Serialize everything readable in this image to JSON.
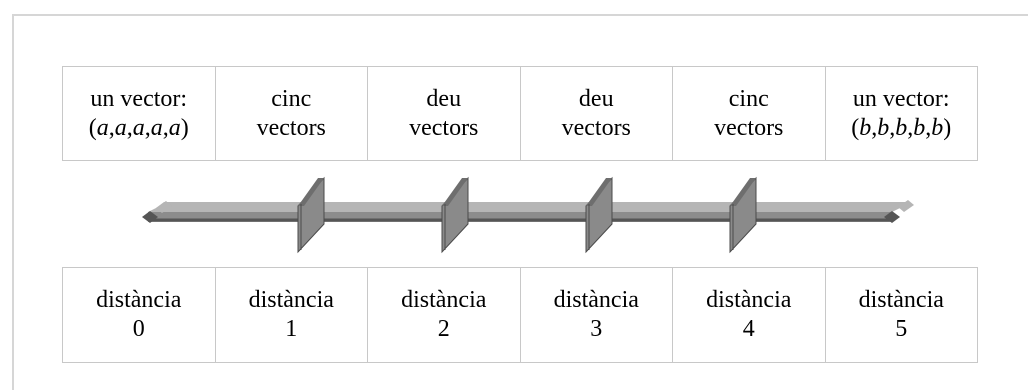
{
  "top_cells": [
    {
      "line1": "un vector:",
      "line2": "(a,a,a,a,a)",
      "italic_letters": true
    },
    {
      "line1": "cinc",
      "line2": "vectors"
    },
    {
      "line1": "deu",
      "line2": "vectors"
    },
    {
      "line1": "deu",
      "line2": "vectors"
    },
    {
      "line1": "cinc",
      "line2": "vectors"
    },
    {
      "line1": "un vector:",
      "line2": "(b,b,b,b,b)",
      "italic_letters": true
    }
  ],
  "bottom_cells": [
    {
      "line1": "distància",
      "line2": "0"
    },
    {
      "line1": "distància",
      "line2": "1"
    },
    {
      "line1": "distància",
      "line2": "2"
    },
    {
      "line1": "distància",
      "line2": "3"
    },
    {
      "line1": "distància",
      "line2": "4"
    },
    {
      "line1": "distància",
      "line2": "5"
    }
  ],
  "colors": {
    "bar_top": "#b5b5b5",
    "bar_front": "#8c8c8c",
    "bar_core": "#555555",
    "plate_front": "#8a8a8a",
    "plate_side": "#6e6e6e",
    "plate_edge": "#4a4a4a",
    "cell_border": "#c8c8c8",
    "frame": "#d6d6d6"
  },
  "divider_count": 4
}
